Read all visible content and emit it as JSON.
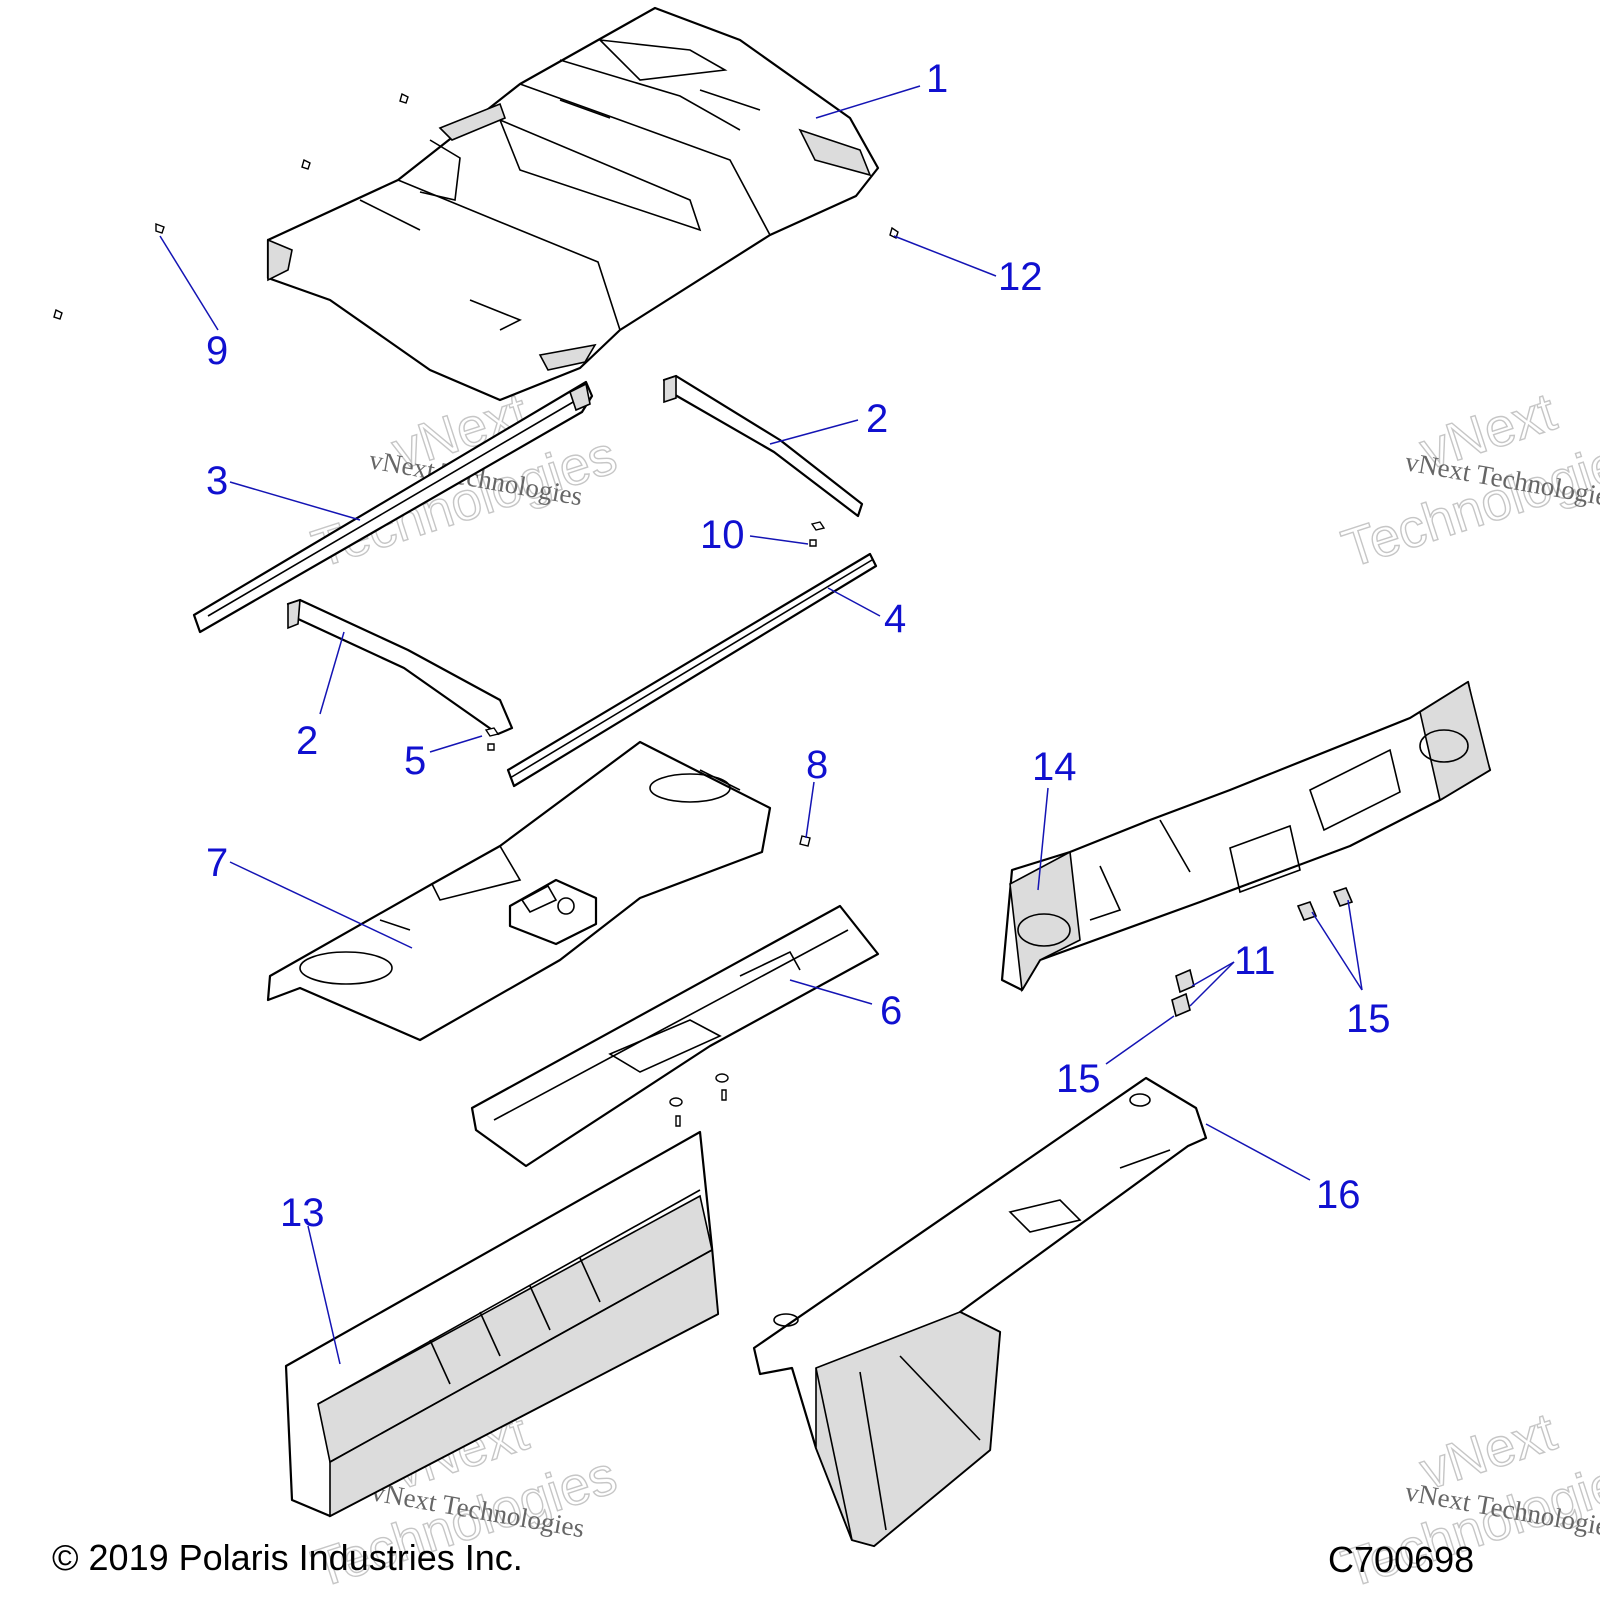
{
  "callouts": [
    "1",
    "2",
    "2",
    "3",
    "4",
    "5",
    "6",
    "7",
    "8",
    "9",
    "10",
    "11",
    "12",
    "13",
    "14",
    "15",
    "15",
    "16"
  ],
  "watermark": {
    "line1": "vNext",
    "line2": "Technologies",
    "caption": "vNext Technologies"
  },
  "footer": {
    "copyright": "© 2019 Polaris Industries Inc.",
    "code": "C700698"
  },
  "colors": {
    "callout": "#1010d0",
    "leader": "#1414b4",
    "line": "#000000",
    "shade": "#dcdcdc"
  }
}
